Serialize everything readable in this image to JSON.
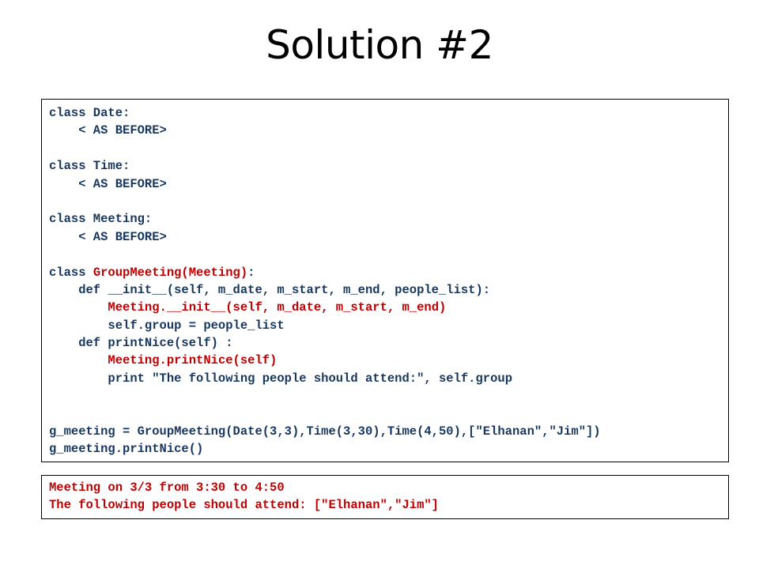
{
  "slide": {
    "title": "Solution #2"
  },
  "code": {
    "lines": [
      {
        "parts": [
          {
            "text": "class Date:",
            "color": "blue"
          }
        ]
      },
      {
        "parts": [
          {
            "text": "    < AS BEFORE>",
            "color": "blue"
          }
        ]
      },
      {
        "parts": [
          {
            "text": "",
            "color": "blue"
          }
        ]
      },
      {
        "parts": [
          {
            "text": "class Time:",
            "color": "blue"
          }
        ]
      },
      {
        "parts": [
          {
            "text": "    < AS BEFORE>",
            "color": "blue"
          }
        ]
      },
      {
        "parts": [
          {
            "text": "",
            "color": "blue"
          }
        ]
      },
      {
        "parts": [
          {
            "text": "class Meeting:",
            "color": "blue"
          }
        ]
      },
      {
        "parts": [
          {
            "text": "    < AS BEFORE>",
            "color": "blue"
          }
        ]
      },
      {
        "parts": [
          {
            "text": "",
            "color": "blue"
          }
        ]
      },
      {
        "parts": [
          {
            "text": "class ",
            "color": "blue"
          },
          {
            "text": "GroupMeeting(Meeting)",
            "color": "red"
          },
          {
            "text": ":",
            "color": "blue"
          }
        ]
      },
      {
        "parts": [
          {
            "text": "    def __init__(self, m_date, m_start, m_end, people_list):",
            "color": "blue"
          }
        ]
      },
      {
        "parts": [
          {
            "text": "        ",
            "color": "blue"
          },
          {
            "text": "Meeting.__init__(self, m_date, m_start, m_end)",
            "color": "red"
          }
        ]
      },
      {
        "parts": [
          {
            "text": "        self.group = people_list",
            "color": "blue"
          }
        ]
      },
      {
        "parts": [
          {
            "text": "    def printNice(self) :",
            "color": "blue"
          }
        ]
      },
      {
        "parts": [
          {
            "text": "        ",
            "color": "blue"
          },
          {
            "text": "Meeting.printNice(self)",
            "color": "red"
          }
        ]
      },
      {
        "parts": [
          {
            "text": "        print \"The following people should attend:\", self.group",
            "color": "blue"
          }
        ]
      },
      {
        "parts": [
          {
            "text": "",
            "color": "blue"
          }
        ]
      },
      {
        "parts": [
          {
            "text": "",
            "color": "blue"
          }
        ]
      },
      {
        "parts": [
          {
            "text": "g_meeting = GroupMeeting(Date(3,3),Time(3,30),Time(4,50),[\"Elhanan\",\"Jim\"])",
            "color": "blue"
          }
        ]
      },
      {
        "parts": [
          {
            "text": "g_meeting.printNice()",
            "color": "blue"
          }
        ]
      }
    ]
  },
  "output": {
    "lines": [
      {
        "parts": [
          {
            "text": "Meeting on 3/3 from 3:30 to 4:50",
            "color": "red"
          }
        ]
      },
      {
        "parts": [
          {
            "text": "The following people should attend: [\"Elhanan\",\"Jim\"]",
            "color": "red"
          }
        ]
      }
    ]
  },
  "colors": {
    "code_blue": "#17375e",
    "highlight_red": "#c00000",
    "border": "#000000",
    "background": "#ffffff"
  }
}
